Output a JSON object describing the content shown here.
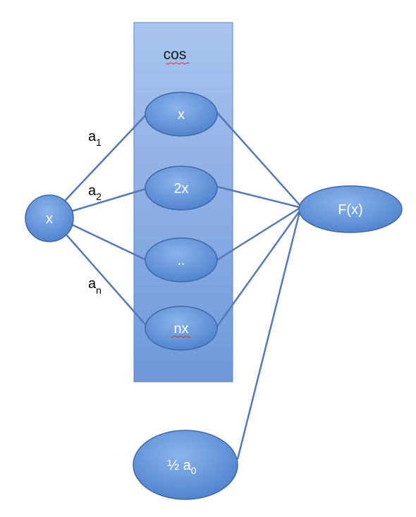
{
  "column": {
    "title": "cos"
  },
  "nodes": {
    "input": "x",
    "cos_terms": [
      "x",
      "2x",
      "..",
      "nx"
    ],
    "output": "F(x)",
    "constant": {
      "main": "½ a",
      "sub": "0"
    }
  },
  "weights": [
    {
      "main": "a",
      "sub": "1"
    },
    {
      "main": "a",
      "sub": "2"
    },
    {
      "main": "a",
      "sub": "n"
    }
  ],
  "colors": {
    "node_fill": "#5b8fd8",
    "node_stroke": "#3f68a8",
    "column_fill": "#8fb2e6",
    "column_stroke": "#5d84c4",
    "edge": "#5479b8"
  }
}
